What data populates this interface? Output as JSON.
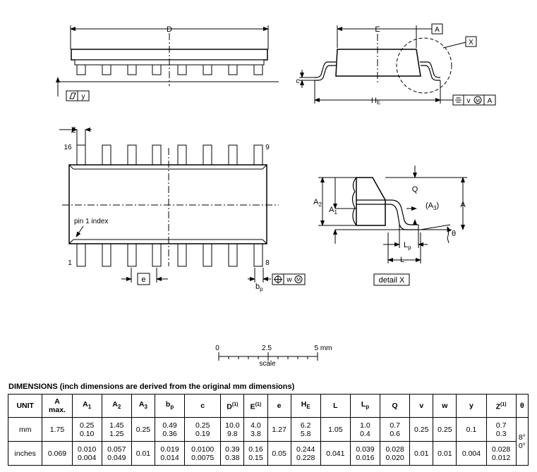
{
  "labels": {
    "D": "D",
    "E": "E",
    "A_box": "A",
    "X_box": "X",
    "c": "c",
    "HE": "H",
    "HE_sub": "E",
    "tol_v": "v",
    "tol_M": "M",
    "tol_A": "A",
    "y": "y",
    "Z": "Z",
    "pin16": "16",
    "pin9": "9",
    "pin1": "1",
    "pin8": "8",
    "pin1_index": "pin 1 index",
    "e": "e",
    "bp": "b",
    "bp_sub": "p",
    "tol_w": "w",
    "tol_M2": "M",
    "A2": "A",
    "A2_sub": "2",
    "A1": "A",
    "A1_sub": "1",
    "Q": "Q",
    "A3": "(A",
    "A3_sub": "3",
    "A3_close": ")",
    "A_right": "A",
    "theta": "θ",
    "Lp": "L",
    "Lp_sub": "p",
    "L": "L",
    "detail_x": "detail X"
  },
  "scale": {
    "t0": "0",
    "t1": "2.5",
    "t2": "5 mm",
    "label": "scale"
  },
  "dimensions": {
    "title": "DIMENSIONS (inch dimensions are derived from the original mm dimensions)",
    "headers": [
      {
        "main": "UNIT"
      },
      {
        "main": "A",
        "sub2": "max."
      },
      {
        "main": "A",
        "sub": "1"
      },
      {
        "main": "A",
        "sub": "2"
      },
      {
        "main": "A",
        "sub": "3"
      },
      {
        "main": "b",
        "sub": "p"
      },
      {
        "main": "c"
      },
      {
        "main": "D",
        "sup": "(1)"
      },
      {
        "main": "E",
        "sup": "(1)"
      },
      {
        "main": "e"
      },
      {
        "main": "H",
        "sub": "E"
      },
      {
        "main": "L"
      },
      {
        "main": "L",
        "sub": "p"
      },
      {
        "main": "Q"
      },
      {
        "main": "v"
      },
      {
        "main": "w"
      },
      {
        "main": "y"
      },
      {
        "main": "Z",
        "sup": "(1)"
      },
      {
        "main": "θ"
      }
    ],
    "rows": [
      {
        "unit": "mm",
        "cells": [
          [
            "1.75"
          ],
          [
            "0.25",
            "0.10"
          ],
          [
            "1.45",
            "1.25"
          ],
          [
            "0.25"
          ],
          [
            "0.49",
            "0.36"
          ],
          [
            "0.25",
            "0.19"
          ],
          [
            "10.0",
            "9.8"
          ],
          [
            "4.0",
            "3.8"
          ],
          [
            "1.27"
          ],
          [
            "6.2",
            "5.8"
          ],
          [
            "1.05"
          ],
          [
            "1.0",
            "0.4"
          ],
          [
            "0.7",
            "0.6"
          ],
          [
            "0.25"
          ],
          [
            "0.25"
          ],
          [
            "0.1"
          ],
          [
            "0.7",
            "0.3"
          ]
        ]
      },
      {
        "unit": "inches",
        "cells": [
          [
            "0.069"
          ],
          [
            "0.010",
            "0.004"
          ],
          [
            "0.057",
            "0.049"
          ],
          [
            "0.01"
          ],
          [
            "0.019",
            "0.014"
          ],
          [
            "0.0100",
            "0.0075"
          ],
          [
            "0.39",
            "0.38"
          ],
          [
            "0.16",
            "0.15"
          ],
          [
            "0.05"
          ],
          [
            "0.244",
            "0.228"
          ],
          [
            "0.041"
          ],
          [
            "0.039",
            "0.016"
          ],
          [
            "0.028",
            "0.020"
          ],
          [
            "0.01"
          ],
          [
            "0.01"
          ],
          [
            "0.004"
          ],
          [
            "0.028",
            "0.012"
          ]
        ]
      }
    ],
    "theta": [
      "8°",
      "0°"
    ]
  }
}
